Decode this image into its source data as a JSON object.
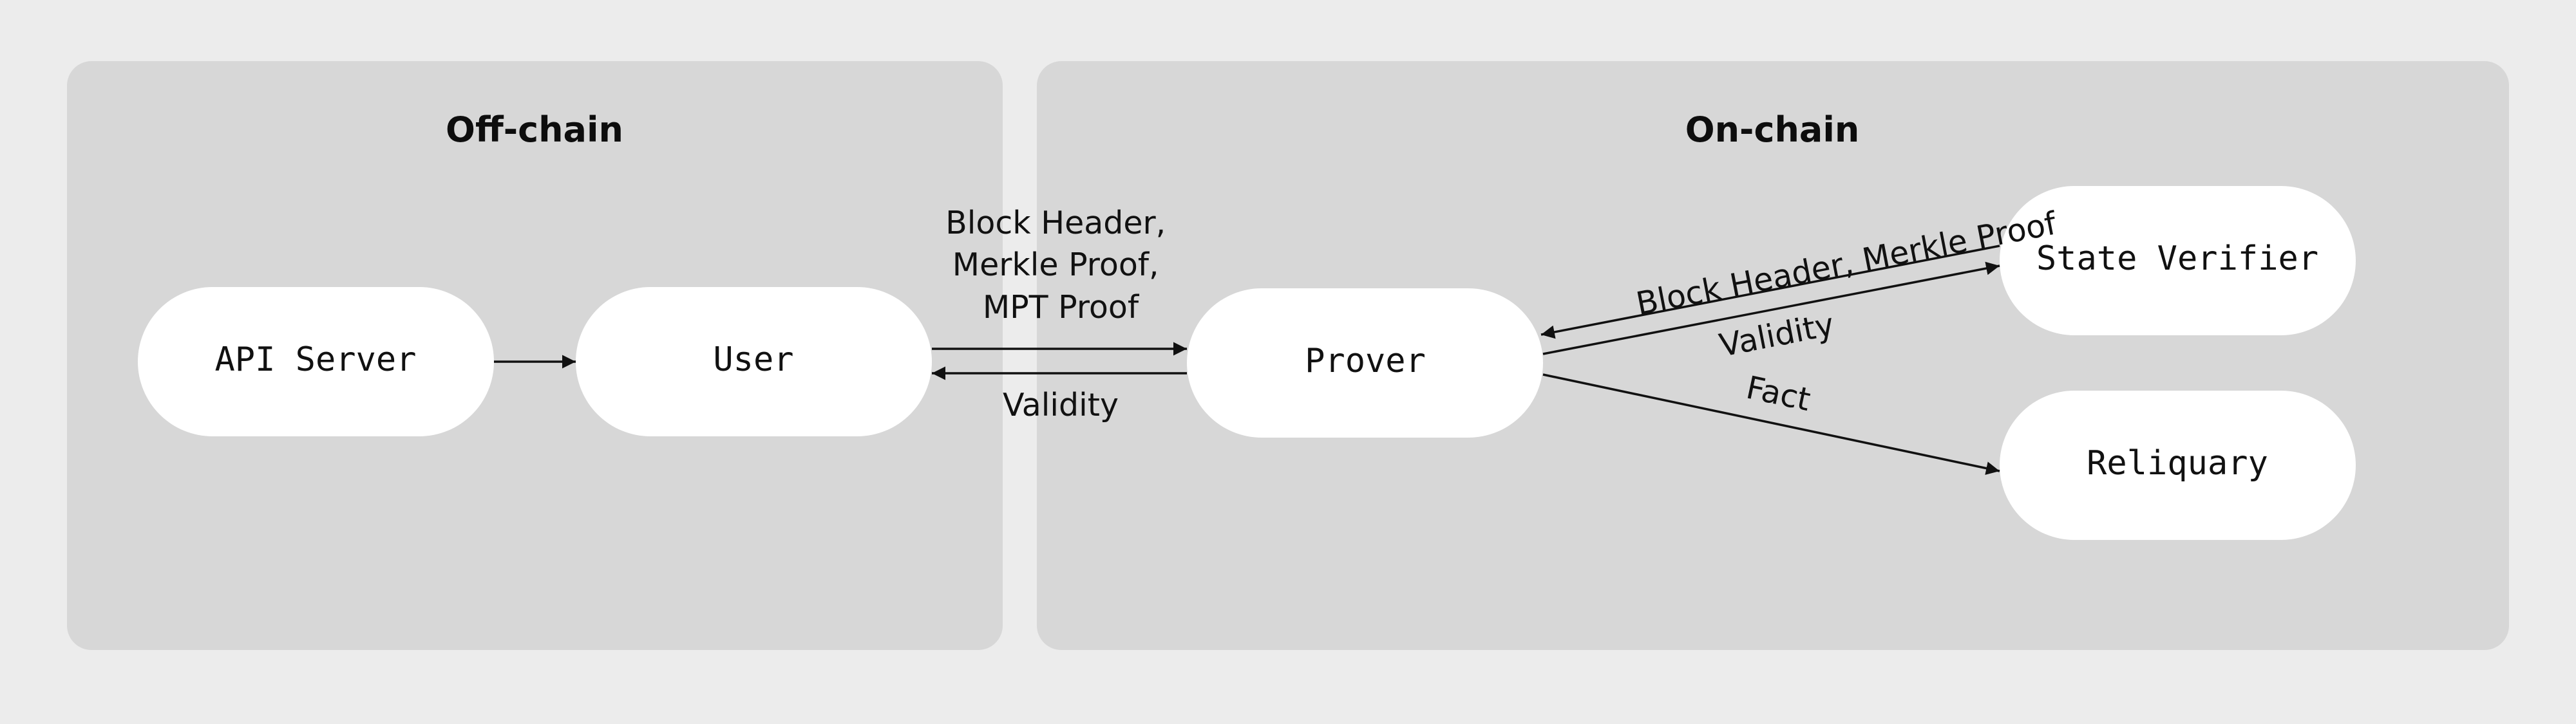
{
  "groups": {
    "offchain": {
      "title": "Off-chain"
    },
    "onchain": {
      "title": "On-chain"
    }
  },
  "nodes": {
    "api_server": "API Server",
    "user": "User",
    "prover": "Prover",
    "state_verifier": "State Verifier",
    "reliquary": "Reliquary"
  },
  "edges": {
    "user_to_prover": {
      "label_lines": [
        "Block Header,",
        "Merkle Proof,",
        "MPT Proof"
      ]
    },
    "prover_to_user": {
      "label": "Validity"
    },
    "verifier_to_prover": {
      "label": "Block Header, Merkle Proof"
    },
    "prover_to_verifier": {
      "label": "Validity"
    },
    "prover_to_reliquary": {
      "label": "Fact"
    }
  },
  "colors": {
    "background": "#ececec",
    "panel": "#d7d7d7",
    "node": "#ffffff",
    "ink": "#111111"
  }
}
